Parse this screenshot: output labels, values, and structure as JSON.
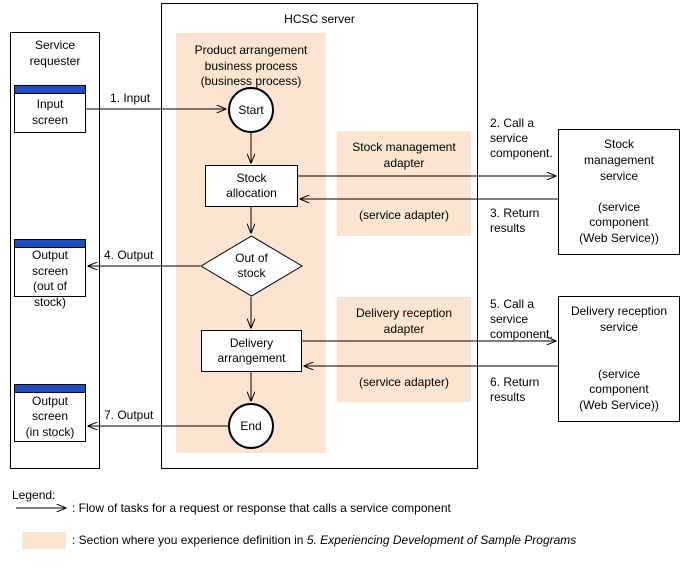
{
  "diagram": {
    "service_requester": {
      "title": "Service\nrequester",
      "title_line1": "Service",
      "title_line2": "requester",
      "input_screen": "Input\nscreen",
      "input_screen_line1": "Input",
      "input_screen_line2": "screen",
      "output_screen_oos_line1": "Output",
      "output_screen_oos_line2": "screen",
      "output_screen_oos_line3": "(out of",
      "output_screen_oos_line4": "stock)",
      "output_screen_in_line1": "Output",
      "output_screen_in_line2": "screen",
      "output_screen_in_line3": "(in stock)"
    },
    "server": {
      "title": "HCSC server",
      "process_title_line1": "Product arrangement",
      "process_title_line2": "business process",
      "process_title_line3": "(business process)",
      "start": "Start",
      "stock_allocation_line1": "Stock",
      "stock_allocation_line2": "allocation",
      "decision_line1": "Out of",
      "decision_line2": "stock",
      "delivery_arrangement_line1": "Delivery",
      "delivery_arrangement_line2": "arrangement",
      "end": "End"
    },
    "adapters": [
      {
        "name_line1": "Stock management",
        "name_line2": "adapter",
        "sub": "(service adapter)"
      },
      {
        "name_line1": "Delivery reception",
        "name_line2": "adapter",
        "sub": "(service adapter)"
      }
    ],
    "services": [
      {
        "name_line1": "Stock",
        "name_line2": "management",
        "name_line3": "service",
        "sub_line1": "(service",
        "sub_line2": "component",
        "sub_line3": "(Web Service))"
      },
      {
        "name_line1": "Delivery reception",
        "name_line2": "service",
        "sub_line1": "(service",
        "sub_line2": "component",
        "sub_line3": "(Web Service))"
      }
    ],
    "flow_labels": {
      "l1": "1. Input",
      "l2_line1": "2. Call a",
      "l2_line2": "service",
      "l2_line3": "component.",
      "l3_line1": "3. Return",
      "l3_line2": "results",
      "l4": "4. Output",
      "l5_line1": "5. Call a",
      "l5_line2": "service",
      "l5_line3": "component.",
      "l6_line1": "6. Return",
      "l6_line2": "results",
      "l7": "7. Output"
    }
  },
  "legend": {
    "title": "Legend:",
    "arrow_text": ": Flow of tasks for a request or response that calls a service component",
    "swatch_text_prefix": ": Section where you experience definition in ",
    "swatch_text_italic": "5. Experiencing Development of Sample Programs"
  },
  "colors": {
    "peach": "#fbe5d0",
    "titlebar_blue": "#1d4fc4",
    "line": "#000000"
  }
}
